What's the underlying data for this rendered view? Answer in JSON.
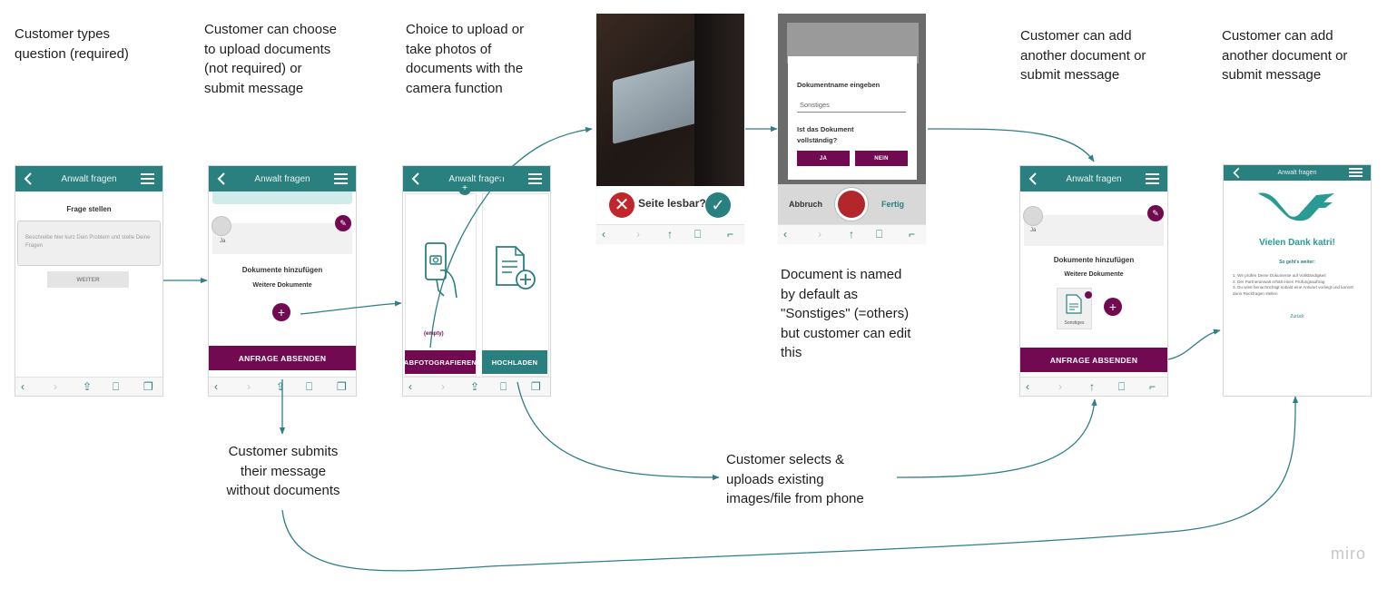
{
  "annotations": {
    "a1": [
      "Customer types",
      "question (required)"
    ],
    "a2": [
      "Customer can choose",
      "to upload documents",
      "(not required) or",
      "submit message"
    ],
    "a3": [
      "Choice to upload or",
      "take photos of",
      "documents with the",
      "camera function"
    ],
    "a4": [
      "Customer can add",
      "another document or",
      "submit message"
    ],
    "a5": [
      "Customer can add",
      "another document or",
      "submit message"
    ],
    "a6": [
      "Document is named",
      "by default as",
      "\"Sonstiges\" (=others)",
      "but customer can edit",
      "this"
    ],
    "a7": [
      "Customer submits",
      "their message",
      "without documents"
    ],
    "a8": [
      "Customer selects &",
      "uploads existing",
      "images/file from phone"
    ]
  },
  "screen1": {
    "header_title": "Anwalt fragen",
    "section_title": "Frage stellen",
    "textarea_placeholder": "Beschreibe hier kurz Dein Problem und stelle Deine Fragen",
    "continue_button": "WEITER"
  },
  "screen2": {
    "header_title": "Anwalt fragen",
    "chat_reply": "Ja",
    "docs_title": "Dokumente hinzufügen",
    "docs_subtitle": "Weitere Dokumente",
    "plus": "+",
    "submit_button": "ANFRAGE ABSENDEN"
  },
  "screen3": {
    "header_title": "Anwalt fragen",
    "empty_label": "(empty)",
    "photo_button": "ABFOTOGRAFIEREN",
    "upload_button": "HOCHLADEN"
  },
  "screen4": {
    "question": "Seite lesbar?"
  },
  "screen5": {
    "name_label": "Dokumentname eingeben",
    "name_value": "Sonstiges",
    "complete_question": "Ist das Dokument vollständig?",
    "yes_button": "JA",
    "no_button": "NEIN",
    "cancel": "Abbruch",
    "done": "Fertig"
  },
  "screen6": {
    "header_title": "Anwalt fragen",
    "chat_reply": "Ja",
    "docs_title": "Dokumente hinzufügen",
    "docs_subtitle": "Weitere Dokumente",
    "doc_name": "Sonstiges",
    "plus": "+",
    "submit_button": "ANFRAGE ABSENDEN"
  },
  "screen7": {
    "header_title": "Anwalt fragen",
    "thanks": "Vielen Dank katri!",
    "next_title": "So geht's weiter:",
    "steps": [
      "1. Wir prüfen Deine Dokumente auf Vollständigkeit",
      "2. Der Partneranwalt erhält einen Prüfungsauftrag",
      "3. Du wirst benachrichtigt sobald eine Antwort vorliegt und kannst dann Rückfragen stellen"
    ],
    "back_link": "Zurück"
  },
  "watermark": "miro",
  "colors": {
    "teal": "#2a7f7f",
    "plum": "#720a52",
    "red": "#c0262c"
  }
}
